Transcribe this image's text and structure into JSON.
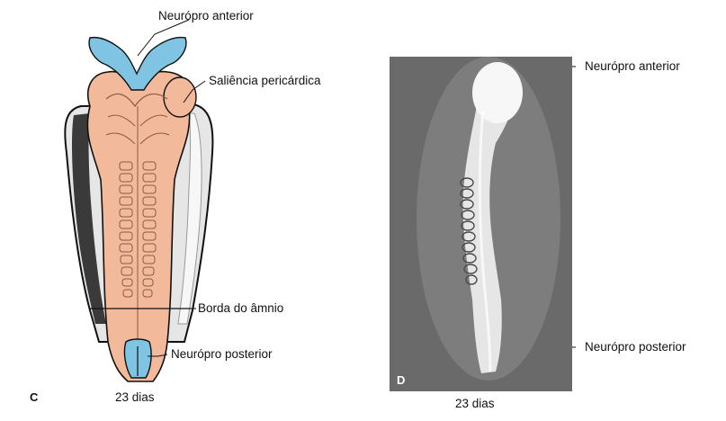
{
  "panel_c": {
    "letter": "C",
    "caption": "23 dias",
    "labels": {
      "anterior": "Neurópro anterior",
      "pericardial": "Saliência pericárdica",
      "amnion": "Borda do âmnio",
      "posterior": "Neurópro posterior"
    }
  },
  "panel_d": {
    "letter": "D",
    "caption": "23 dias",
    "labels": {
      "anterior": "Neurópro anterior",
      "posterior": "Neurópro posterior"
    }
  },
  "colors": {
    "embryo": "#f2b99a",
    "neuropore": "#7fc4e3",
    "amnion_edge": "#d8d8d8",
    "photo_bg": "#6a6a6a"
  }
}
